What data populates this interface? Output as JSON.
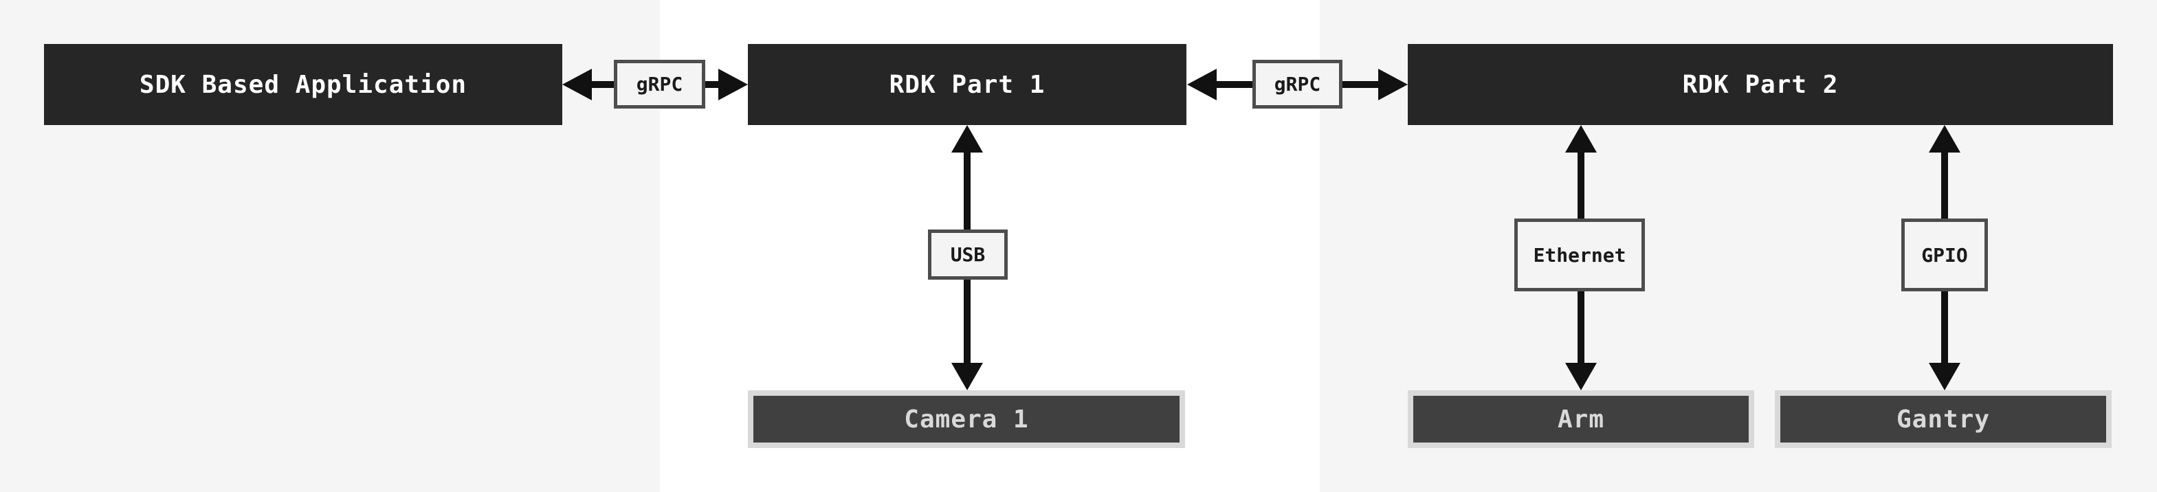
{
  "diagram": {
    "nodes": {
      "sdk_app": "SDK Based Application",
      "rdk_part_1": "RDK Part 1",
      "rdk_part_2": "RDK Part 2",
      "camera_1": "Camera 1",
      "arm": "Arm",
      "gantry": "Gantry"
    },
    "labels": {
      "grpc_1": "gRPC",
      "grpc_2": "gRPC",
      "usb": "USB",
      "ethernet": "Ethernet",
      "gpio": "GPIO"
    },
    "connections": [
      {
        "from": "sdk_app",
        "to": "rdk_part_1",
        "label": "gRPC",
        "direction": "bidirectional"
      },
      {
        "from": "rdk_part_1",
        "to": "rdk_part_2",
        "label": "gRPC",
        "direction": "bidirectional"
      },
      {
        "from": "rdk_part_1",
        "to": "camera_1",
        "label": "USB",
        "direction": "bidirectional"
      },
      {
        "from": "rdk_part_2",
        "to": "arm",
        "label": "Ethernet",
        "direction": "bidirectional"
      },
      {
        "from": "rdk_part_2",
        "to": "gantry",
        "label": "GPIO",
        "direction": "bidirectional"
      }
    ],
    "colors": {
      "panel_gray": "#f5f5f5",
      "panel_white": "#ffffff",
      "node_fill": "#262626",
      "node_text": "#ffffff",
      "device_fill": "#404040",
      "device_frame": "#d9d9d9",
      "device_text": "#d9d9d9",
      "label_fill": "#f4f4f4",
      "label_border": "#4d4d4d",
      "label_text": "#1a1a1a",
      "arrow": "#111111"
    }
  }
}
